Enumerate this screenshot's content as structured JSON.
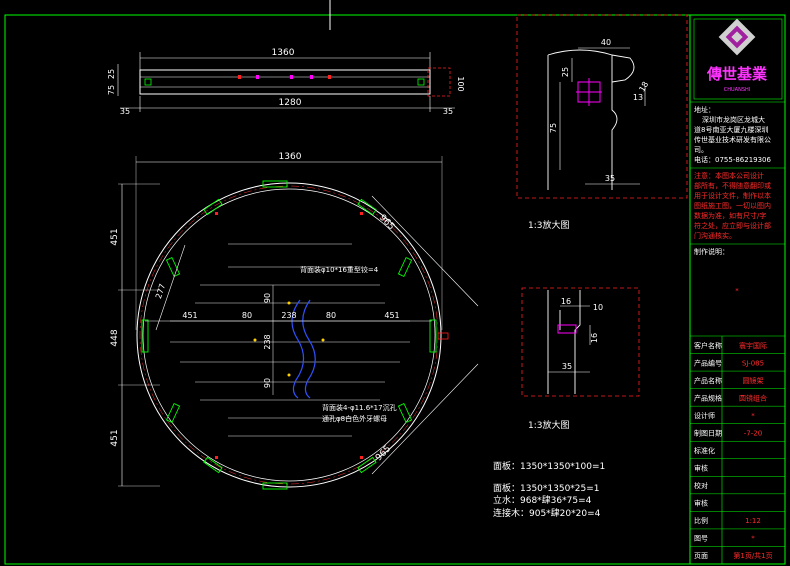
{
  "colors": {
    "background": "#000000",
    "frame": "#00ff00",
    "geometry": "#ffffff",
    "dimension": "#ffffff",
    "detail_border": "#ff2020",
    "centerline": "#ff3030",
    "hardware": "#ff00ff",
    "wave": "#3050ff",
    "title_value": "#ff2b2b"
  },
  "side_view": {
    "overall_width": "1360",
    "inner_width": "1280",
    "left_margin": "35",
    "right_margin": "35",
    "heights": [
      "25",
      "75"
    ],
    "right_height": "100"
  },
  "detail_top": {
    "dims": [
      "40",
      "25",
      "13",
      "75",
      "35",
      "18"
    ],
    "caption": "1:3放大图"
  },
  "detail_bottom": {
    "dims": [
      "16",
      "10",
      "16",
      "35"
    ],
    "caption": "1:3放大图"
  },
  "plan_view": {
    "overall_width": "1360",
    "diagonals": [
      "965",
      "965"
    ],
    "chord": "277",
    "vertical_dims": [
      "451",
      "448",
      "451"
    ],
    "horizontal_dims": [
      "451",
      "80",
      "238",
      "80",
      "451"
    ],
    "center_vertical": [
      "90",
      "238",
      "90"
    ],
    "note_top": "背面装φ10*16重型铰=4",
    "note_bottom_line1": "背面装4-φ11.6*17沉孔",
    "note_bottom_line2": "通孔φ8白色外牙螺母"
  },
  "bill_of_materials": [
    "面板：1350*1350*100=1",
    "面板：1350*1350*25=1",
    "立水：968*肆36*75=4",
    "连接木：905*肆20*20=4"
  ],
  "title_block": {
    "logo_text": "傳世基業",
    "logo_sub": "CHUANSHI",
    "address_label": "地址：",
    "address_lines": [
      "深圳市龙岗区龙城大",
      "道8号南亚大厦九楼深圳",
      "传世基业技术研发有限公",
      "司。",
      "电话：0755-86219306"
    ],
    "notice_lines": [
      "注意：本图本公司设计",
      "部所有，不得随意翻印或",
      "用于设计文件，制作以本",
      "图纸施工图，一切以图内",
      "数据为准，如有尺寸/字",
      "符之处，应立即与设计部",
      "门沟通核实。"
    ],
    "remark_label": "制作说明：",
    "remark_value": "*",
    "rows": [
      {
        "label": "客户名称",
        "value": "寰宇国际"
      },
      {
        "label": "产品编号",
        "value": "SJ-085"
      },
      {
        "label": "产品名称",
        "value": "圆镜架"
      },
      {
        "label": "产品规格",
        "value": "圆镜组合"
      },
      {
        "label": "设计师",
        "value": "*"
      },
      {
        "label": "制图日期",
        "value": "-7-20"
      },
      {
        "label": "标准化",
        "value": ""
      },
      {
        "label": "审核",
        "value": ""
      },
      {
        "label": "校对",
        "value": ""
      },
      {
        "label": "审核",
        "value": ""
      },
      {
        "label": "比例",
        "value": "1:12"
      },
      {
        "label": "图号",
        "value": "*"
      },
      {
        "label": "页面",
        "value": "第1页/共1页"
      }
    ]
  }
}
